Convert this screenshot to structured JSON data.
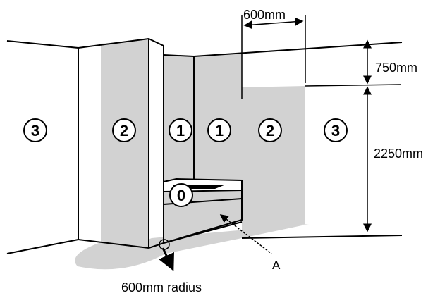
{
  "zones": [
    {
      "id": "zone-3-left",
      "label": "3"
    },
    {
      "id": "zone-2-left",
      "label": "2"
    },
    {
      "id": "zone-1-left",
      "label": "1"
    },
    {
      "id": "zone-1-right",
      "label": "1"
    },
    {
      "id": "zone-2-right",
      "label": "2"
    },
    {
      "id": "zone-3-right",
      "label": "3"
    },
    {
      "id": "zone-0",
      "label": "0"
    }
  ],
  "dimensions": {
    "width_label": "600mm",
    "upper_height_label": "750mm",
    "lower_height_label": "2250mm",
    "radius_label": "600mm radius"
  },
  "callout": {
    "label": "A"
  },
  "colors": {
    "zone_fill": "#d2d2d2",
    "line": "#000000",
    "background": "#ffffff"
  }
}
